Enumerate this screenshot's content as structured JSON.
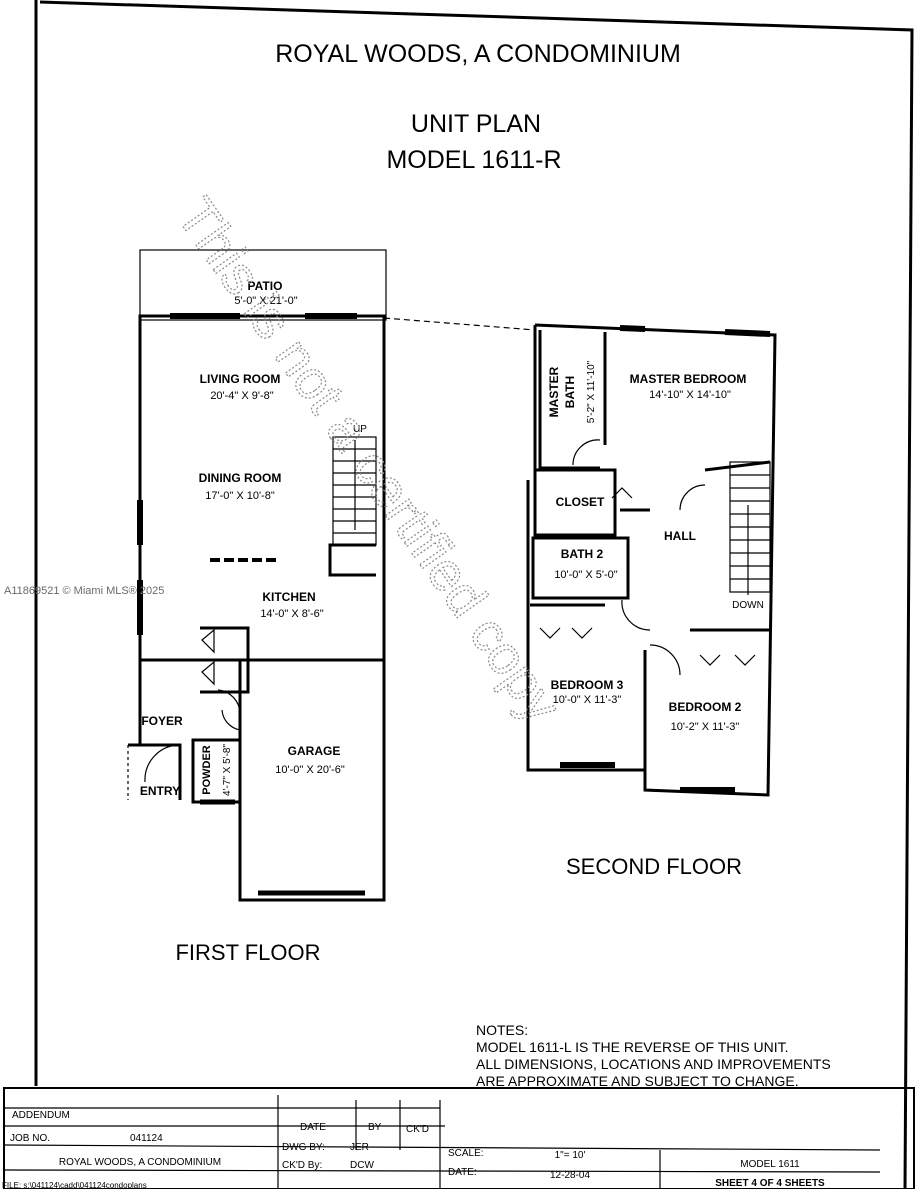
{
  "header": {
    "title": "ROYAL WOODS, A CONDOMINIUM",
    "subtitle1": "UNIT PLAN",
    "subtitle2": "MODEL 1611-R"
  },
  "first_floor": {
    "label": "FIRST FLOOR",
    "rooms": {
      "patio": {
        "name": "PATIO",
        "dims": "5'-0\" X 21'-0\""
      },
      "living": {
        "name": "LIVING ROOM",
        "dims": "20'-4\" X 9'-8\""
      },
      "dining": {
        "name": "DINING ROOM",
        "dims": "17'-0\" X 10'-8\""
      },
      "kitchen": {
        "name": "KITCHEN",
        "dims": "14'-0\" X 8'-6\""
      },
      "foyer": {
        "name": "FOYER"
      },
      "entry": {
        "name": "ENTRY"
      },
      "powder": {
        "name": "POWDER",
        "dims": "4'-7\" X 5'-8\""
      },
      "garage": {
        "name": "GARAGE",
        "dims": "10'-0\" X 20'-6\""
      },
      "up": "UP"
    }
  },
  "second_floor": {
    "label": "SECOND FLOOR",
    "rooms": {
      "master_bath": {
        "name1": "MASTER",
        "name2": "BATH",
        "dims": "5'-2\" X 11'-10\""
      },
      "master_bed": {
        "name": "MASTER BEDROOM",
        "dims": "14'-10\" X 14'-10\""
      },
      "closet": {
        "name": "CLOSET"
      },
      "hall": {
        "name": "HALL"
      },
      "bath2": {
        "name": "BATH 2",
        "dims": "10'-0\" X 5'-0\""
      },
      "bed3": {
        "name": "BEDROOM 3",
        "dims": "10'-0\" X 11'-3\""
      },
      "bed2": {
        "name": "BEDROOM 2",
        "dims": "10'-2\" X 11'-3\""
      },
      "down": "DOWN"
    }
  },
  "notes": {
    "heading": "NOTES:",
    "line1": "MODEL 1611-L IS THE REVERSE OF THIS UNIT.",
    "line2": "ALL DIMENSIONS, LOCATIONS AND IMPROVEMENTS",
    "line3": "ARE APPROXIMATE AND SUBJECT TO CHANGE."
  },
  "title_block": {
    "addendum": "ADDENDUM",
    "date_col": "DATE",
    "by_col": "BY",
    "ckd_col": "CK'D",
    "job_no_label": "JOB NO.",
    "job_no_value": "041124",
    "project": "ROYAL WOODS, A CONDOMINIUM",
    "dwg_by_label": "DWG BY:",
    "dwg_by_value": "JER",
    "ckd_by_label": "CK'D By:",
    "ckd_by_value": "DCW",
    "scale_label": "SCALE:",
    "scale_value": "1\"= 10'",
    "date_label": "DATE:",
    "date_value": "12-28-04",
    "model": "MODEL 1611",
    "sheet": "SHEET 4 OF 4 SHEETS",
    "file": "FILE: s:\\041124\\cadd\\041124condoplans"
  },
  "watermarks": {
    "side": "A11869521 © Miami MLS® 2025",
    "diagonal": "This is not a certified copy"
  }
}
